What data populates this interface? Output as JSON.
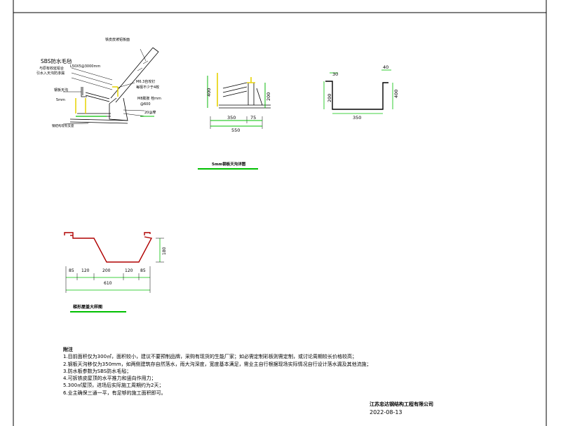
{
  "detail_a": {
    "label_parapet": "铁皮皮坡铝板面",
    "label_sbs": "SBS防水毛毡",
    "label_sbs_sub1": "与原有收延铝合",
    "label_sbs_sub2": "引水入天沟防渗漏",
    "label_angle": "L50X5@3000mm",
    "label_gutter": "钢板天沟",
    "label_thick": "5mm",
    "label_m63a": "M6.3自攻钉",
    "label_m63b": "每檩不少于4枚",
    "label_bolt": "M8膨胀 栓mm",
    "label_spacing": "@600",
    "label_zero": "20@摩",
    "label_support": "钢结构现有支座"
  },
  "detail_b": {
    "dim_400": "400",
    "dim_200": "200",
    "dim_350": "350",
    "dim_75": "75",
    "dim_550": "550",
    "caption": "5mm钢板天沟详图"
  },
  "detail_c": {
    "dim_30": "30",
    "dim_40": "40",
    "dim_400": "400",
    "dim_200": "200",
    "dim_350": "350"
  },
  "detail_d": {
    "dim_180": "180",
    "dim_85a": "85",
    "dim_120a": "120",
    "dim_200": "200",
    "dim_120b": "120",
    "dim_85b": "85",
    "dim_610": "610",
    "caption": "梯形屋盖大样图"
  },
  "notes": {
    "heading": "附注",
    "lines": [
      "1.目前面积仅为300㎡，面积较小，建议不要预制品牌，采购有现货的生能厂家；如必需定制彩板则需定制，或讨论周期较长价格较高；",
      "2.钢板天沟移仅为350mm，如两侧建筑存自然落水，雨大沟深度，宽度基本满足，需业主自行根据现场实际情况自行设计落水漏及其他流施；",
      "3.防水板参数为SBS防水毛毡；",
      "4.可拆铁皮屋顶的水平推力和竖向作用力；",
      "5.300㎡屋顶，进场后实际施工周期约为2天；",
      "6.业主确保三通一平，有足够的施工面积即可。"
    ]
  },
  "company": "江苏忠达钢结构工程有限公司",
  "date": "2022-08-13",
  "colors": {
    "green": "#00c000",
    "yellow": "#e6d200",
    "red": "#b00000",
    "line": "#000000"
  }
}
